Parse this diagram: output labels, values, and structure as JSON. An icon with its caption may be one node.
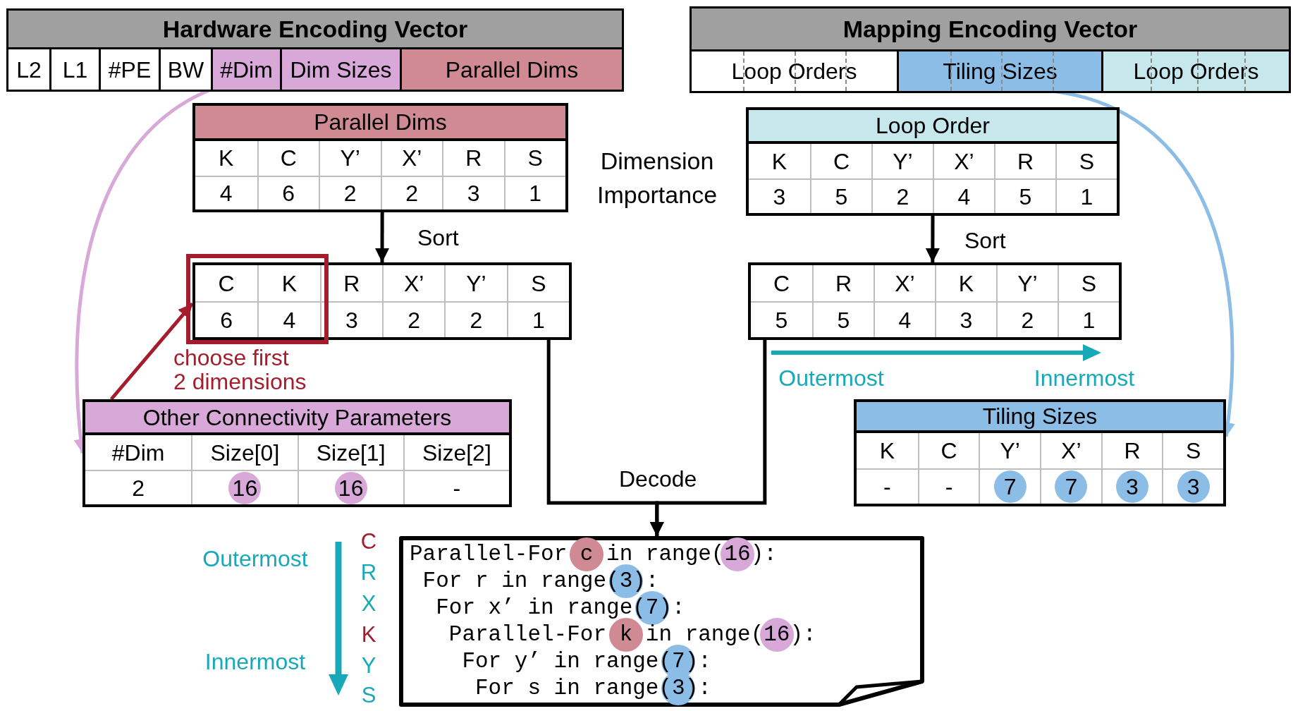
{
  "diagram": {
    "nodes": [
      {
        "text": [
          "Hardware Encoding Vector"
        ]
      },
      {
        "text": [
          "L2"
        ],
        "in": 0
      },
      {
        "text": [
          "L1"
        ],
        "in": 0
      },
      {
        "text": [
          "#PE"
        ],
        "in": 0
      },
      {
        "text": [
          "BW"
        ],
        "in": 0
      },
      {
        "text": [
          "#Dim"
        ],
        "in": 0
      },
      {
        "text": [
          "Dim Sizes"
        ],
        "in": 0
      },
      {
        "text": [
          "Parallel Dims"
        ],
        "in": 0
      },
      {
        "text": [
          "Mapping Encoding Vector"
        ]
      },
      {
        "text": [
          "Loop Orders"
        ],
        "in": 8
      },
      {
        "text": [
          "Tiling Sizes"
        ],
        "in": 8
      },
      {
        "text": [
          "Loop Orders"
        ],
        "in": 8
      },
      {
        "text": [
          "Parallel Dims",
          "K",
          "C",
          "Y’",
          "X’",
          "R",
          "S",
          "4",
          "6",
          "2",
          "2",
          "3",
          "1"
        ]
      },
      {
        "text": [
          "C",
          "K",
          "R",
          "X’",
          "Y’",
          "S",
          "6",
          "4",
          "3",
          "2",
          "2",
          "1"
        ]
      },
      {
        "text": [
          "Loop Order",
          "K",
          "C",
          "Y’",
          "X’",
          "R",
          "S",
          "3",
          "5",
          "2",
          "4",
          "5",
          "1"
        ]
      },
      {
        "text": [
          "C",
          "R",
          "X’",
          "K",
          "Y’",
          "S",
          "5",
          "5",
          "4",
          "3",
          "2",
          "1"
        ]
      },
      {
        "text": [
          "Other Connectivity Parameters",
          "#Dim",
          "Size[0]",
          "Size[1]",
          "Size[2]",
          "2",
          "16",
          "16",
          "-"
        ]
      },
      {
        "text": [
          "Tiling Sizes",
          "K",
          "C",
          "Y’",
          "X’",
          "R",
          "S",
          "-",
          "-",
          "7",
          "7",
          "3",
          "3"
        ]
      },
      {
        "text": [
          "Parallel-For c in range(16):",
          "For r in range(3):",
          "For x’ in range(7):",
          "Parallel-For k in range(16):",
          "For y’ in range(7):",
          "For s in range(3):"
        ]
      }
    ],
    "edges": [
      {
        "from": 12,
        "to": 13,
        "arrow": "to",
        "label": "Sort"
      },
      {
        "from": 14,
        "to": 15,
        "arrow": "to",
        "label": "Sort"
      },
      {
        "from": 13,
        "to": 18,
        "arrow": "to",
        "label": "Decode"
      },
      {
        "from": 15,
        "to": 18,
        "arrow": "to"
      },
      {
        "from": 16,
        "to": 13,
        "arrow": "to",
        "label": "choose first 2 dimensions",
        "color": "#a51d2d"
      },
      {
        "from": 5,
        "to": 16,
        "arrow": "to",
        "color": "#d8a9d8"
      },
      {
        "from": 10,
        "to": 17,
        "arrow": "to",
        "color": "#8bbde6"
      }
    ],
    "labels": [
      "Dimension Importance",
      "Outermost",
      "Innermost",
      "Outermost",
      "Innermost",
      "C",
      "R",
      "X",
      "K",
      "Y",
      "S"
    ]
  }
}
